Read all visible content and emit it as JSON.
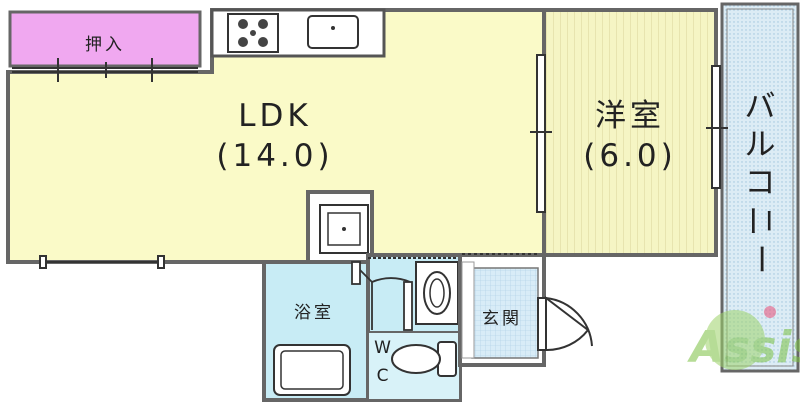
{
  "rooms": {
    "closet": "押入",
    "ldk_name": "LDK",
    "ldk_size": "(14.0)",
    "western_name": "洋室",
    "western_size": "(6.0)",
    "bath": "浴室",
    "wc_w": "W",
    "wc_c": "C",
    "entrance": "玄関",
    "balcony": [
      "バ",
      "ル",
      "コ",
      "ニ",
      "ー"
    ]
  },
  "watermark": "Assist",
  "colors": {
    "wall": "#666666",
    "ldk": "#fafac8",
    "closet": "#f0a8f0",
    "western": "#f5f5c4",
    "wet": "#c8ecf5",
    "entrance": "#d8ecf7",
    "balcony": "#d8ecf7",
    "watermark_green": "#9ed36a"
  }
}
